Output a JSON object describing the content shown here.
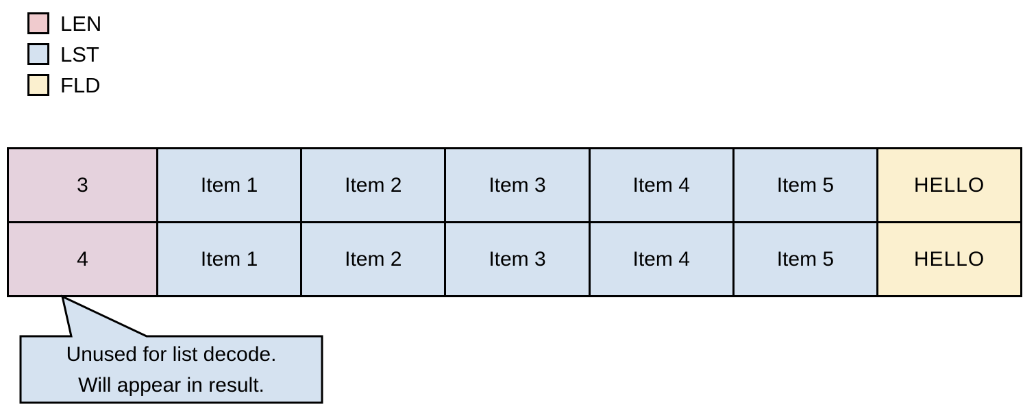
{
  "legend": {
    "items": [
      {
        "label": "LEN",
        "color": "#f0cbce"
      },
      {
        "label": "LST",
        "color": "#d5e2f0"
      },
      {
        "label": "FLD",
        "color": "#fbf0cf"
      }
    ]
  },
  "table": {
    "rows": [
      {
        "len": "3",
        "items": [
          "Item 1",
          "Item 2",
          "Item 3",
          "Item 4",
          "Item 5"
        ],
        "fld": "HELLO"
      },
      {
        "len": "4",
        "items": [
          "Item 1",
          "Item 2",
          "Item 3",
          "Item 4",
          "Item 5"
        ],
        "fld": "HELLO"
      }
    ]
  },
  "callout": {
    "lines": [
      "Unused for list decode.",
      "Will appear in result."
    ]
  },
  "colors": {
    "len_cell": "#e5d2dd",
    "lst_cell": "#d5e2f0",
    "fld_cell": "#fbf0cf",
    "callout_fill": "#d5e2f0",
    "stroke": "#000000"
  }
}
